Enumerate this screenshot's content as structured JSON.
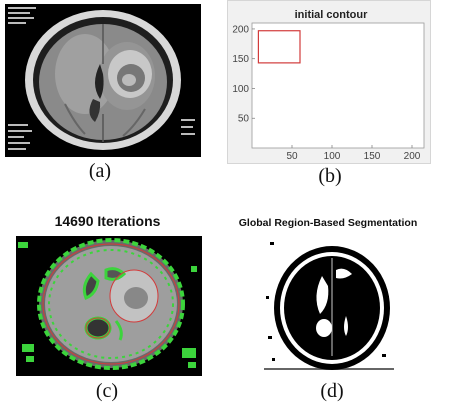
{
  "panels": {
    "a": {
      "caption": "(a)"
    },
    "b": {
      "caption": "(b)",
      "title": "initial contour",
      "chart_data": {
        "type": "scatter",
        "title": "initial contour",
        "xlim": [
          0,
          215
        ],
        "ylim": [
          0,
          210
        ],
        "xticks": [
          50,
          100,
          150,
          200
        ],
        "yticks": [
          50,
          100,
          150,
          200
        ],
        "xtick_labels": [
          "50",
          "100",
          "150",
          "200"
        ],
        "ytick_labels": [
          "50",
          "100",
          "150",
          "200"
        ],
        "grid": false,
        "rectangle": {
          "x0": 8,
          "x1": 60,
          "y0": 143,
          "y1": 197,
          "color": "#d23b3b"
        }
      }
    },
    "c": {
      "caption": "(c)",
      "title": "14690 Iterations"
    },
    "d": {
      "caption": "(d)",
      "title": "Global Region-Based Segmentation"
    }
  },
  "colors": {
    "contour_red": "#d23b3b",
    "contour_green": "#3cd43c",
    "frame": "#cfcfcf"
  }
}
